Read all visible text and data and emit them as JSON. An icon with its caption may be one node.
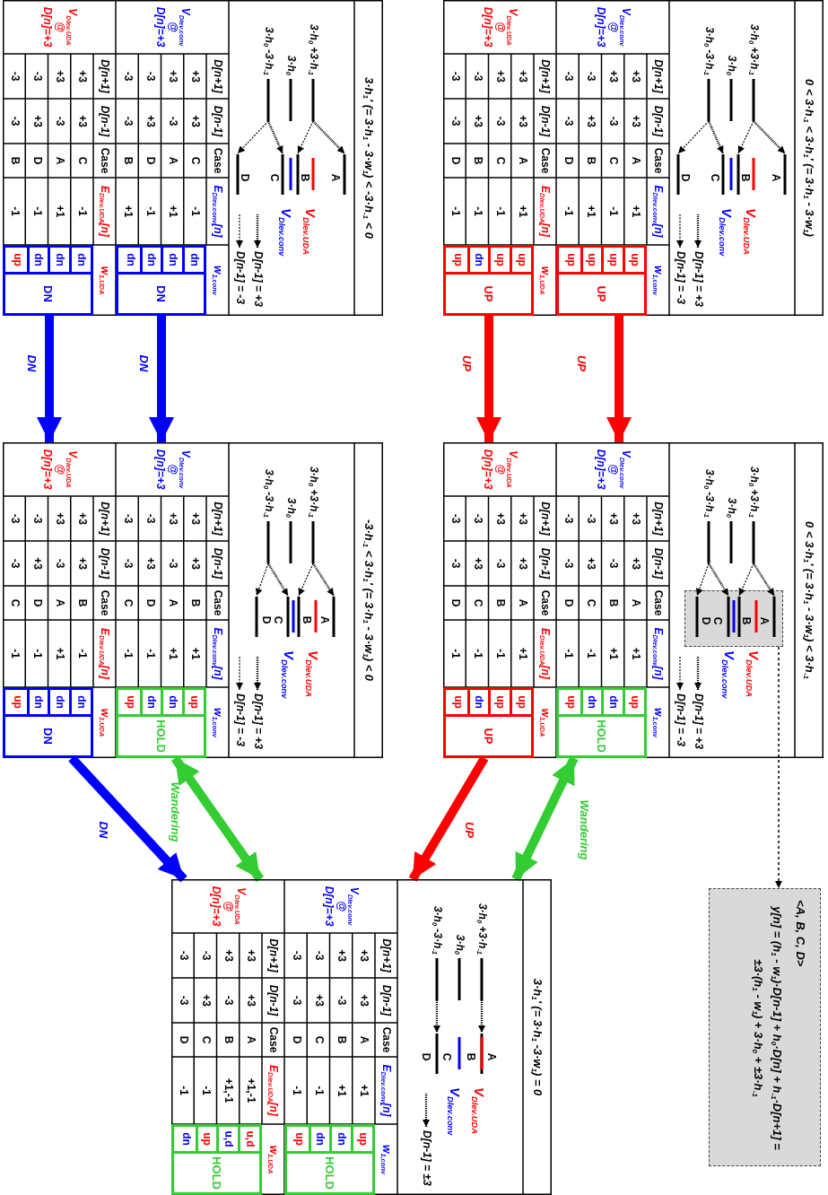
{
  "diagram": {
    "nodes": [
      {
        "text": [
          "0 < 3·h$_{-1}$ < 3·h$_{1}$' (= 3·h$_{1}$ - 3·w$_{1}$)"
        ]
      },
      {
        "text": [
          "up",
          "up",
          "up",
          "up",
          "UP"
        ],
        "in": 0
      },
      {
        "text": [
          "up",
          "up",
          "dn",
          "up",
          "UP"
        ],
        "in": 0
      },
      {
        "text": [
          "3·h$_{1}$' (= 3·h$_{1}$ - 3·w$_{1}$) < -3·h$_{-1}$ < 0"
        ]
      },
      {
        "text": [
          "dn",
          "dn",
          "dn",
          "dn",
          "DN"
        ],
        "in": 3
      },
      {
        "text": [
          "dn",
          "dn",
          "dn",
          "up",
          "DN"
        ],
        "in": 3
      },
      {
        "text": [
          "0 < 3·h$_{1}$' (= 3·h$_{1}$ - 3·w$_{1}$) < 3·h$_{-1}$"
        ]
      },
      {
        "text": [
          "A",
          "B",
          "C",
          "D"
        ],
        "in": 6
      },
      {
        "text": [
          "up",
          "dn",
          "dn",
          "up",
          "HOLD"
        ],
        "in": 6
      },
      {
        "text": [
          "up",
          "up",
          "dn",
          "up",
          "UP"
        ],
        "in": 6
      },
      {
        "text": [
          "-3·h$_{-1}$ < 3·h$_{1}$' (= 3·h$_{1}$ - 3·w$_{1}$) < 0"
        ]
      },
      {
        "text": [
          "up",
          "dn",
          "dn",
          "up",
          "HOLD"
        ],
        "in": 10
      },
      {
        "text": [
          "dn",
          "dn",
          "dn",
          "up",
          "DN"
        ],
        "in": 10
      },
      {
        "text": [
          "3·h$_{1}$' (= 3·h$_{1}$ -3·w$_{1}$) = 0"
        ]
      },
      {
        "text": [
          "up",
          "dn",
          "dn",
          "up",
          "HOLD"
        ],
        "in": 13
      },
      {
        "text": [
          "u,d",
          "u,d",
          "up",
          "dn",
          "HOLD"
        ],
        "in": 13
      },
      {
        "text": [
          "<A, B, C, D>",
          "y[n] = (h$_{1}$ - w$_{1}$)·D[n-1] + h$_{0}$·D[n] + h$_{-1}$·D[n+1] = ±3·(h$_{1}$ - w$_{1}$) + 3·h$_{0}$ + ±3·h$_{-1}$"
        ]
      }
    ],
    "edges": [
      {
        "from": 0,
        "to": 6,
        "arrow": "to",
        "label": "UP",
        "color": "#ff0000"
      },
      {
        "from": 0,
        "to": 6,
        "arrow": "to",
        "label": "UP",
        "color": "#ff0000"
      },
      {
        "from": 3,
        "to": 10,
        "arrow": "to",
        "label": "DN",
        "color": "#0000ff"
      },
      {
        "from": 3,
        "to": 10,
        "arrow": "to",
        "label": "DN",
        "color": "#0000ff"
      },
      {
        "from": 6,
        "to": 13,
        "arrow": "both",
        "label": "Wandering",
        "color": "#33cc33"
      },
      {
        "from": 6,
        "to": 13,
        "arrow": "to",
        "label": "UP",
        "color": "#ff0000"
      },
      {
        "from": 10,
        "to": 13,
        "arrow": "both",
        "label": "Wandering",
        "color": "#33cc33"
      },
      {
        "from": 10,
        "to": 13,
        "arrow": "to",
        "label": "DN",
        "color": "#0000ff"
      },
      {
        "from": 7,
        "to": 16,
        "arrow": "to",
        "style": "dashed",
        "color": "#000000"
      }
    ],
    "labels": [
      "3·h$_{0}$ +3·h$_{-1}$",
      "3·h$_{0}$",
      "3·h$_{0}$ -3·h$_{-1}$",
      "A",
      "B",
      "C",
      "D",
      "V$_{Dlev.UDA}$",
      "V$_{Dlev.conv}$",
      "V$_{Dlev.conv}$ @ D[n]=+3",
      "D[n+1]",
      "D[n-1]",
      "Case",
      "E$_{Dlev.conv}$[n]",
      "w$_{1,conv}$",
      "+3",
      "+3",
      "A",
      "+1",
      "+3",
      "-3",
      "C",
      "-1",
      "-3",
      "+3",
      "B",
      "+1",
      "-3",
      "-3",
      "D",
      "-1",
      "V$_{Dlev.UDA}$ @ D[n]=+3",
      "D[n+1]",
      "D[n-1]",
      "Case",
      "E$_{Dlev.UDA}$[n]",
      "w$_{1,UDA}$",
      "+3",
      "+3",
      "A",
      "+1",
      "+3",
      "-3",
      "C",
      "-1",
      "-3",
      "+3",
      "B",
      "-1",
      "-3",
      "-3",
      "D",
      "-1",
      "3·h$_{0}$ +3·h$_{-1}$",
      "3·h$_{0}$",
      "3·h$_{0}$ -3·h$_{-1}$",
      "A",
      "B",
      "C",
      "D",
      "V$_{Dlev.UDA}$",
      "V$_{Dlev.conv}$",
      "V$_{Dlev.conv}$ @ D[n]=+3",
      "D[n+1]",
      "D[n-1]",
      "Case",
      "E$_{Dlev.conv}$[n]",
      "w$_{1,conv}$",
      "+3",
      "+3",
      "C",
      "-1",
      "+3",
      "-3",
      "A",
      "+1",
      "-3",
      "+3",
      "D",
      "-1",
      "-3",
      "-3",
      "B",
      "+1",
      "V$_{Dlev.UDA}$ @ D[n]=+3",
      "D[n+1]",
      "D[n-1]",
      "Case",
      "E$_{Dlev.UDA}$[n]",
      "w$_{1,UDA}$",
      "+3",
      "+3",
      "C",
      "-1",
      "+3",
      "-3",
      "A",
      "+1",
      "-3",
      "+3",
      "D",
      "-1",
      "-3",
      "-3",
      "B",
      "-1",
      "3·h$_{0}$ +3·h$_{-1}$",
      "3·h$_{0}$",
      "3·h$_{0}$ -3·h$_{-1}$",
      "V$_{Dlev.UDA}$",
      "V$_{Dlev.conv}$",
      "V$_{Dlev.conv}$ @ D[n]=+3",
      "D[n+1]",
      "D[n-1]",
      "Case",
      "E$_{Dlev.conv}$[n]",
      "w$_{1,conv}$",
      "+3",
      "+3",
      "A",
      "+1",
      "+3",
      "-3",
      "B",
      "+1",
      "-3",
      "+3",
      "C",
      "-1",
      "-3",
      "-3",
      "D",
      "-1",
      "V$_{Dlev.UDA}$ @ D[n]=+3",
      "D[n+1]",
      "D[n-1]",
      "Case",
      "E$_{Dlev.UDA}$[n]",
      "w$_{1,UDA}$",
      "+3",
      "+3",
      "A",
      "+1",
      "+3",
      "-3",
      "B",
      "-1",
      "-3",
      "+3",
      "C",
      "-1",
      "-3",
      "-3",
      "D",
      "-1",
      "3·h$_{0}$ +3·h$_{-1}$",
      "3·h$_{0}$",
      "3·h$_{0}$ -3·h$_{-1}$",
      "A",
      "B",
      "C",
      "D",
      "V$_{Dlev.UDA}$",
      "V$_{Dlev.conv}$",
      "V$_{Dlev.conv}$ @ D[n]=+3",
      "D[n+1]",
      "D[n-1]",
      "Case",
      "E$_{Dlev.conv}$[n]",
      "w$_{1,conv}$",
      "+3",
      "+3",
      "B",
      "+1",
      "+3",
      "-3",
      "A",
      "+1",
      "-3",
      "+3",
      "D",
      "-1",
      "-3",
      "-3",
      "C",
      "-1",
      "V$_{Dlev.UDA}$ @ D[n]=+3",
      "D[n+1]",
      "D[n-1]",
      "Case",
      "E$_{Dlev.UDA}$[n]",
      "w$_{1,UDA}$",
      "+3",
      "+3",
      "B",
      "-1",
      "+3",
      "-3",
      "A",
      "+1",
      "-3",
      "+3",
      "D",
      "-1",
      "-3",
      "-3",
      "C",
      "-1",
      "3·h$_{0}$ +3·h$_{-1}$",
      "3·h$_{0}$",
      "3·h$_{0}$ -3·h$_{-1}$",
      "A",
      "B",
      "C",
      "D",
      "V$_{Dlev.UDA}$",
      "V$_{Dlev.conv}$",
      "V$_{Dlev.conv}$ @ D[n]=+3",
      "D[n+1]",
      "D[n-1]",
      "Case",
      "E$_{Dlev.conv}$[n]",
      "w$_{1,conv}$",
      "+3",
      "+3",
      "A",
      "+1",
      "+3",
      "-3",
      "B",
      "+1",
      "-3",
      "+3",
      "C",
      "-1",
      "-3",
      "-3",
      "D",
      "-1",
      "V$_{Dlev.UDA}$ @ D[n]=+3",
      "D[n+1]",
      "D[n-1]",
      "Case",
      "E$_{Dlev.UDA}$[n]",
      "w$_{1,UDA}$",
      "+3",
      "+3",
      "A",
      "+1,-1",
      "+3",
      "-3",
      "B",
      "+1,-1",
      "-3",
      "+3",
      "C",
      "-1",
      "-3",
      "-3",
      "D",
      "-1"
    ],
    "legend": [
      {
        "text": "D[n-1] = +3"
      },
      {
        "text": "D[n-1] = -3"
      },
      {
        "text": "D[n-1] = +3"
      },
      {
        "text": "D[n-1] = -3"
      },
      {
        "text": "D[n-1] = +3"
      },
      {
        "text": "D[n-1] = -3"
      },
      {
        "text": "D[n-1] = +3"
      },
      {
        "text": "D[n-1] = -3"
      },
      {
        "text": "D[n-1] = ±3"
      }
    ]
  }
}
